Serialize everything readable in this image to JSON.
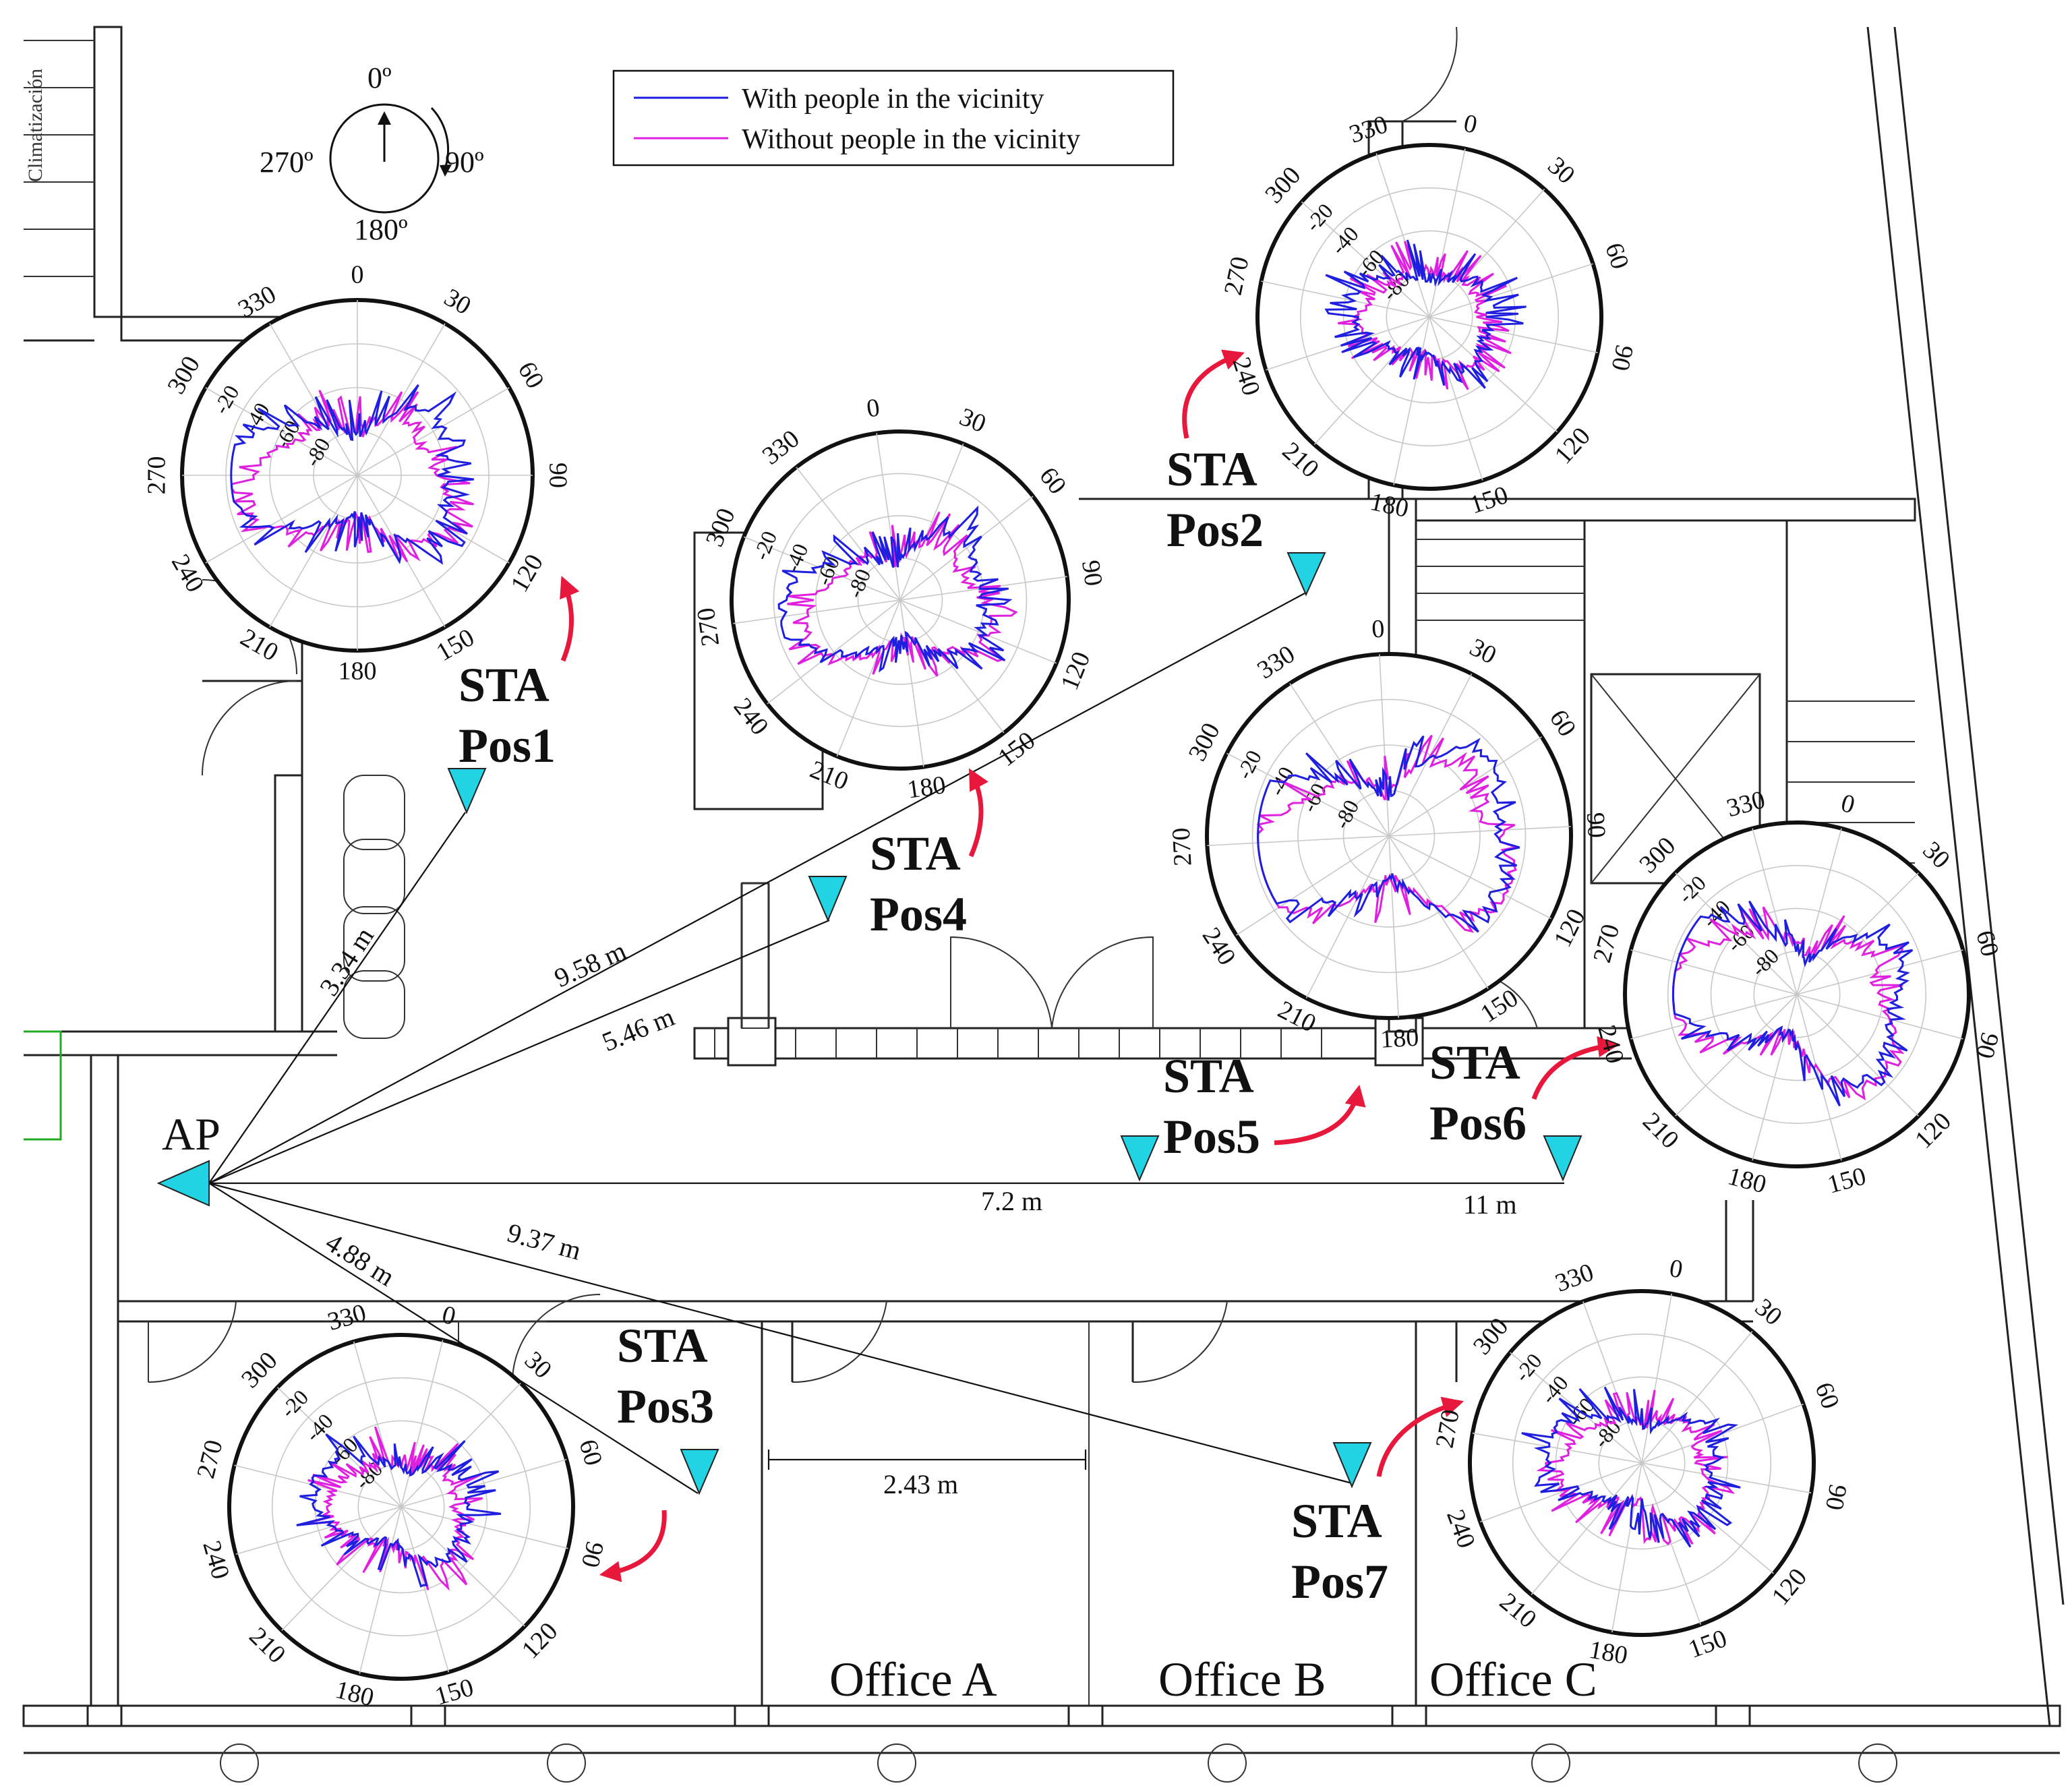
{
  "legend": {
    "items": [
      {
        "label": "With people in the vicinity",
        "color": "#1f1fe0"
      },
      {
        "label": "Without people in the vicinity",
        "color": "#e020e0"
      }
    ]
  },
  "compass": {
    "top": "0º",
    "right": "90º",
    "bottom": "180º",
    "left": "270º"
  },
  "wall_label": "Climatización",
  "ap_label": "AP",
  "angle_ticks": [
    "0",
    "30",
    "60",
    "90",
    "120",
    "150",
    "180",
    "210",
    "240",
    "270",
    "300",
    "330"
  ],
  "radial_ticks": [
    "-20",
    "-40",
    "-60",
    "-80"
  ],
  "stations": [
    {
      "id": "pos1",
      "line1": "STA",
      "line2": "Pos1"
    },
    {
      "id": "pos2",
      "line1": "STA",
      "line2": "Pos2"
    },
    {
      "id": "pos3",
      "line1": "STA",
      "line2": "Pos3"
    },
    {
      "id": "pos4",
      "line1": "STA",
      "line2": "Pos4"
    },
    {
      "id": "pos5",
      "line1": "STA",
      "line2": "Pos5"
    },
    {
      "id": "pos6",
      "line1": "STA",
      "line2": "Pos6"
    },
    {
      "id": "pos7",
      "line1": "STA",
      "line2": "Pos7"
    }
  ],
  "distances": {
    "pos1": "3.34 m",
    "pos2": "9.58 m",
    "pos4": "5.46 m",
    "pos5": "7.2 m",
    "pos6": "11 m",
    "pos3": "4.88 m",
    "pos7": "9.37 m",
    "office_width": "2.43 m"
  },
  "offices": [
    "Office A",
    "Office B",
    "Office C"
  ],
  "colors": {
    "with_people": "#1f1fe0",
    "without_people": "#e020e0",
    "station_marker": "#22d3e3",
    "arrow": "#e8183c"
  }
}
